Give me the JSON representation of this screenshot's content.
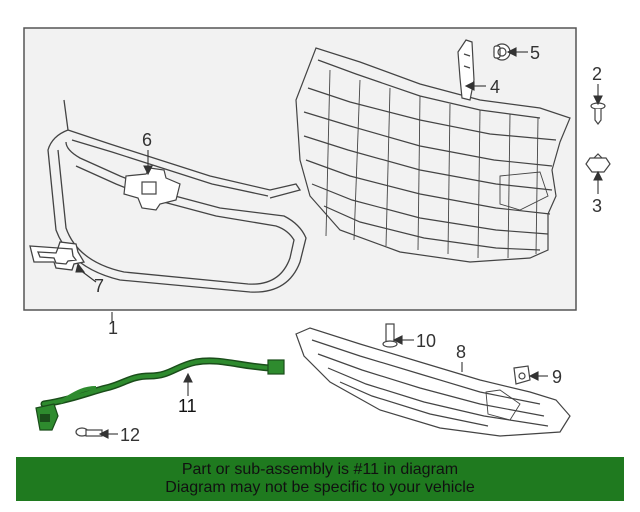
{
  "callouts": {
    "c1": "1",
    "c2": "2",
    "c3": "3",
    "c4": "4",
    "c5": "5",
    "c6": "6",
    "c7": "7",
    "c8": "8",
    "c9": "9",
    "c10": "10",
    "c11": "11",
    "c12": "12"
  },
  "banner": {
    "line1": "Part or sub-assembly is #11 in diagram",
    "line2": "Diagram may not be specific to your vehicle"
  },
  "colors": {
    "banner_bg": "#1f7a1f",
    "highlight_part": "#2e8b2e",
    "panel_bg": "#f2f2f2"
  }
}
